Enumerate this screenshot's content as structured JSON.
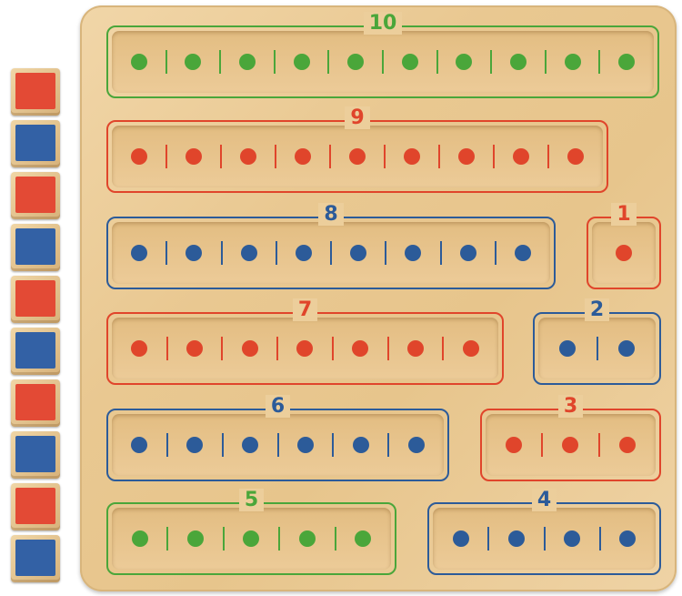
{
  "colors": {
    "green": "#4aa63a",
    "red": "#e0452b",
    "blue": "#2c5b99",
    "block_red": "#e34a35",
    "block_blue": "#3361a5"
  },
  "side_blocks": [
    "red",
    "blue",
    "red",
    "blue",
    "red",
    "blue",
    "red",
    "blue",
    "red",
    "blue"
  ],
  "trays": [
    {
      "label": "10",
      "count": 10,
      "color": "green"
    },
    {
      "label": "9",
      "count": 9,
      "color": "red"
    },
    {
      "label": "8",
      "count": 8,
      "color": "blue"
    },
    {
      "label": "1",
      "count": 1,
      "color": "red"
    },
    {
      "label": "7",
      "count": 7,
      "color": "red"
    },
    {
      "label": "2",
      "count": 2,
      "color": "blue"
    },
    {
      "label": "6",
      "count": 6,
      "color": "blue"
    },
    {
      "label": "3",
      "count": 3,
      "color": "red"
    },
    {
      "label": "5",
      "count": 5,
      "color": "green"
    },
    {
      "label": "4",
      "count": 4,
      "color": "blue"
    }
  ]
}
